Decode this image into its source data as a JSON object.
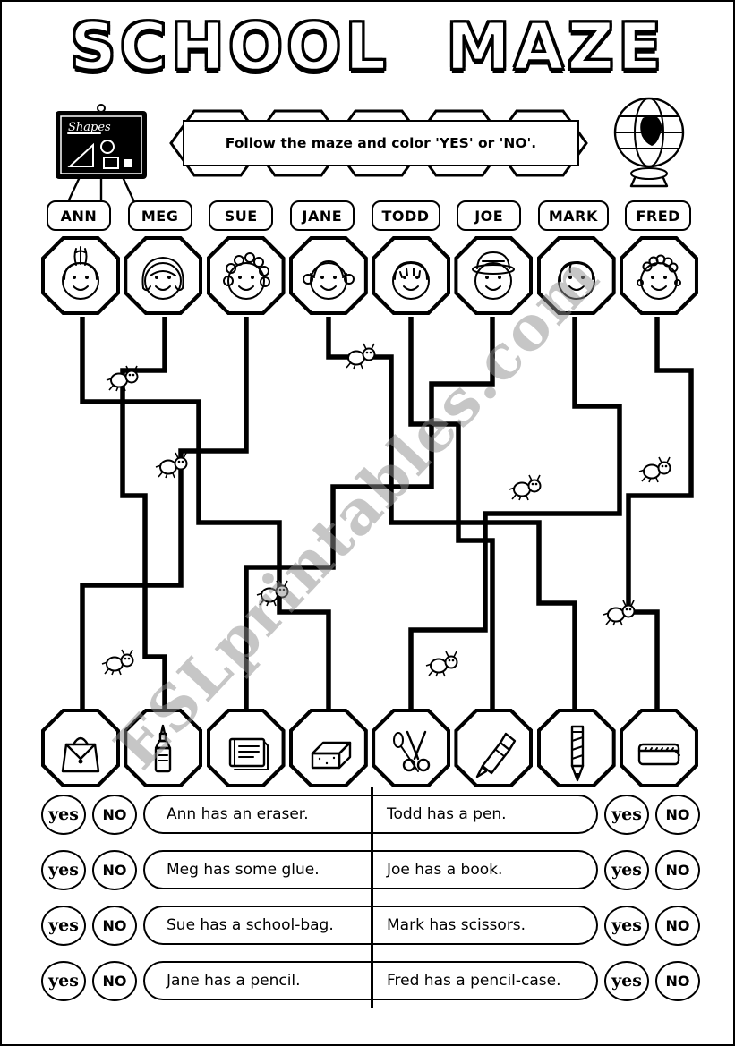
{
  "page": {
    "title": "SCHOOL MAZE",
    "watermark": "ESLprintables.com"
  },
  "blackboard": {
    "label": "Shapes"
  },
  "banner": {
    "instruction": "Follow the maze and color 'YES' or 'NO'."
  },
  "names": [
    "ANN",
    "MEG",
    "SUE",
    "JANE",
    "TODD",
    "JOE",
    "MARK",
    "FRED"
  ],
  "kid_icons": [
    "girl-ponytail-face-icon",
    "girl-wavy-hair-face-icon",
    "girl-curly-hair-face-icon",
    "girl-pigtails-face-icon",
    "boy-fringe-face-icon",
    "boy-hat-face-icon",
    "boy-side-part-face-icon",
    "boy-curly-face-icon"
  ],
  "object_icons": [
    "school-bag-icon",
    "glue-icon",
    "book-icon",
    "eraser-icon",
    "scissors-icon",
    "pen-icon",
    "pencil-icon",
    "pencil-case-icon"
  ],
  "labels": {
    "yes": "yes",
    "no": "NO"
  },
  "questions": [
    {
      "left": "Ann has an eraser.",
      "right": "Todd has a pen."
    },
    {
      "left": "Meg has some glue.",
      "right": "Joe has a book."
    },
    {
      "left": "Sue has a school-bag.",
      "right": "Mark has scissors."
    },
    {
      "left": "Jane has a pencil.",
      "right": "Fred has a pencil-case."
    }
  ]
}
